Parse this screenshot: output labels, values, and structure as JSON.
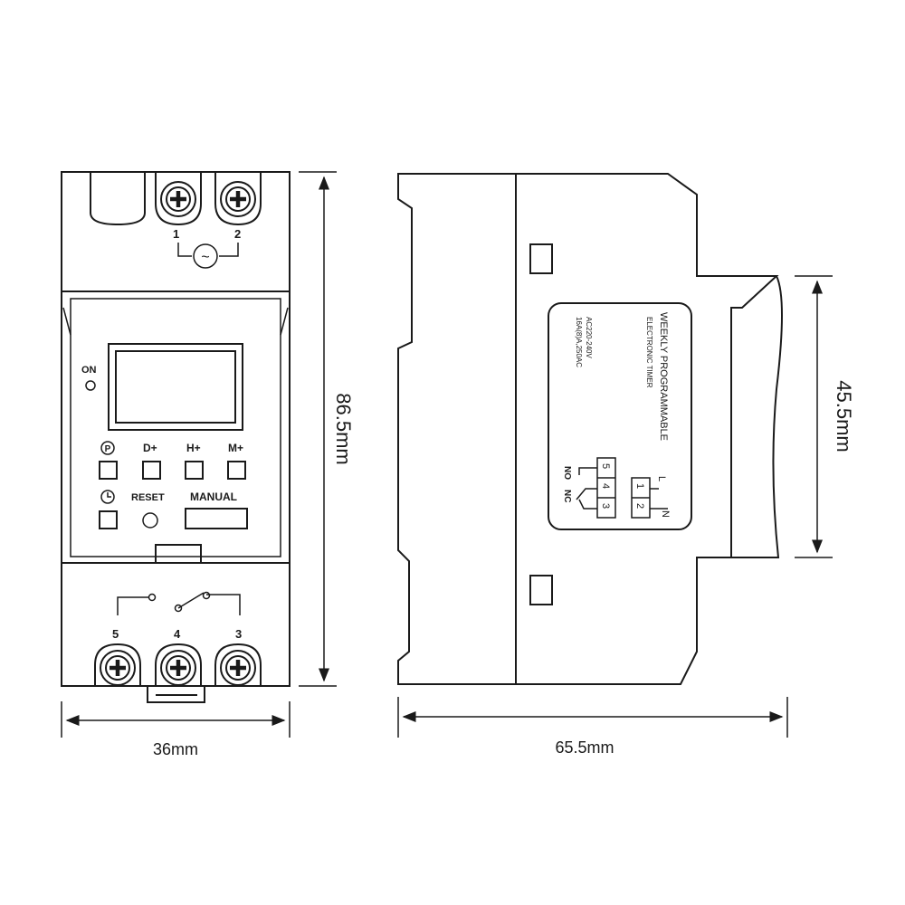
{
  "front_view": {
    "supply_terminals": [
      "1",
      "2"
    ],
    "supply_symbol": "~",
    "on_label": "ON",
    "buttons": {
      "program_icon": "P",
      "day": "D+",
      "hour": "H+",
      "minute": "M+",
      "reset": "RESET",
      "manual": "MANUAL"
    },
    "output_terminals": [
      "5",
      "4",
      "3"
    ]
  },
  "side_view": {
    "label_title": "WEEKLY PROGRAMMABLE",
    "label_subtitle": "ELECTRONIC TIMER",
    "voltage": "AC220-240V",
    "rating": "16A(8)A,250AC",
    "input_terminals": [
      "1",
      "2"
    ],
    "input_labels": [
      "L",
      "N"
    ],
    "output_terminals": [
      "5",
      "4",
      "3"
    ],
    "output_labels": [
      "NO",
      "NC"
    ]
  },
  "dimensions": {
    "width": "36mm",
    "height": "86.5mm",
    "depth": "65.5mm",
    "rail_height": "45.5mm"
  }
}
